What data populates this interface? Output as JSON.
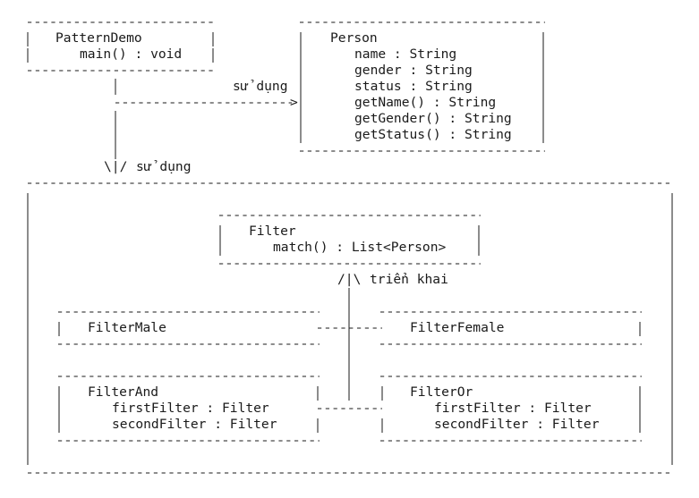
{
  "diagram": {
    "classes": {
      "pattern_demo": {
        "name": "PatternDemo",
        "members": [
          "main() : void"
        ]
      },
      "person": {
        "name": "Person",
        "members": [
          "name : String",
          "gender : String",
          "status : String",
          "getName() : String",
          "getGender() : String",
          "getStatus() : String"
        ]
      },
      "filter": {
        "name": "Filter",
        "members": [
          "match() : List<Person>"
        ]
      },
      "filter_male": {
        "name": "FilterMale",
        "members": []
      },
      "filter_female": {
        "name": "FilterFemale",
        "members": []
      },
      "filter_and": {
        "name": "FilterAnd",
        "members": [
          "firstFilter : Filter",
          "secondFilter : Filter"
        ]
      },
      "filter_or": {
        "name": "FilterOr",
        "members": [
          "firstFilter : Filter",
          "secondFilter : Filter"
        ]
      }
    },
    "relations": {
      "uses_person": "sử dụng",
      "uses_filter": "sử dụng",
      "implements": "triển khai"
    },
    "markers": {
      "uses_filter": "\\|/",
      "implements": "/|\\"
    }
  }
}
